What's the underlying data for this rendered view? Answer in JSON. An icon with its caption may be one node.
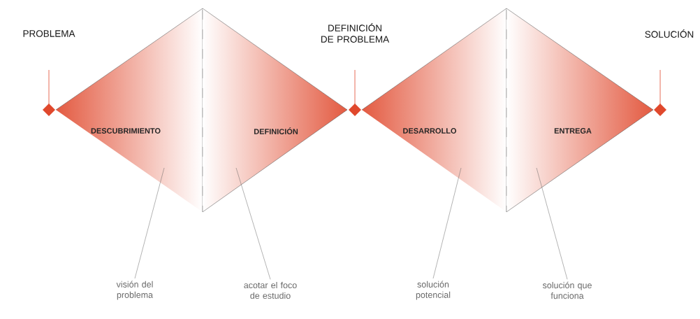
{
  "diagram": {
    "nodes": [
      {
        "text": [
          "PROBLEMA"
        ]
      },
      {
        "text": [
          "DEFINICIÓN DE PROBLEMA"
        ]
      },
      {
        "text": [
          "SOLUCIÓN"
        ]
      },
      {
        "text": [
          "DESCUBRIMIENTO"
        ]
      },
      {
        "text": [
          "DEFINICIÓN"
        ]
      },
      {
        "text": [
          "DESARROLLO"
        ]
      },
      {
        "text": [
          "ENTREGA"
        ]
      },
      {
        "text": [
          "visión del problema"
        ]
      },
      {
        "text": [
          "acotar el foco de estudio"
        ]
      },
      {
        "text": [
          "solución potencial"
        ]
      },
      {
        "text": [
          "solución que funciona"
        ]
      }
    ],
    "edges": [
      {
        "from": 7,
        "to": 3,
        "arrow": "none"
      },
      {
        "from": 8,
        "to": 4,
        "arrow": "none"
      },
      {
        "from": 9,
        "to": 5,
        "arrow": "none"
      },
      {
        "from": 10,
        "to": 6,
        "arrow": "none"
      }
    ]
  }
}
